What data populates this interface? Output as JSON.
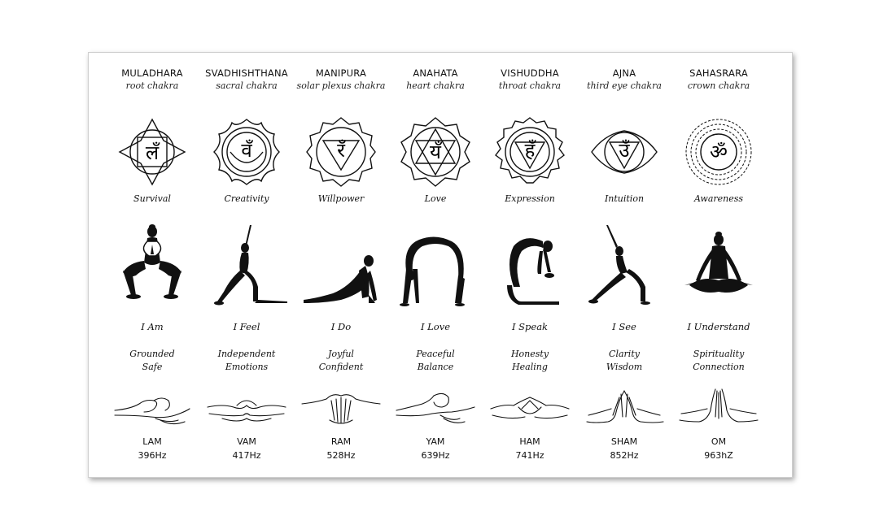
{
  "chakras": [
    {
      "name": "MULADHARA",
      "sub": "root chakra",
      "glyph": "लँ",
      "quality": "Survival",
      "affirmation": "I Am",
      "word1": "Grounded",
      "word2": "Safe",
      "mantra": "LAM",
      "hz": "396Hz"
    },
    {
      "name": "SVADHISHTHANA",
      "sub": "sacral chakra",
      "glyph": "वँ",
      "quality": "Creativity",
      "affirmation": "I Feel",
      "word1": "Independent",
      "word2": "Emotions",
      "mantra": "VAM",
      "hz": "417Hz"
    },
    {
      "name": "MANIPURA",
      "sub": "solar plexus chakra",
      "glyph": "रँ",
      "quality": "Willpower",
      "affirmation": "I Do",
      "word1": "Joyful",
      "word2": "Confident",
      "mantra": "RAM",
      "hz": "528Hz"
    },
    {
      "name": "ANAHATA",
      "sub": "heart chakra",
      "glyph": "यँ",
      "quality": "Love",
      "affirmation": "I Love",
      "word1": "Peaceful",
      "word2": "Balance",
      "mantra": "YAM",
      "hz": "639Hz"
    },
    {
      "name": "VISHUDDHA",
      "sub": "throat chakra",
      "glyph": "हँ",
      "quality": "Expression",
      "affirmation": "I Speak",
      "word1": "Honesty",
      "word2": "Healing",
      "mantra": "HAM",
      "hz": "741Hz"
    },
    {
      "name": "AJNA",
      "sub": "third eye chakra",
      "glyph": "उँ",
      "quality": "Intuition",
      "affirmation": "I See",
      "word1": "Clarity",
      "word2": "Wisdom",
      "mantra": "SHAM",
      "hz": "852Hz"
    },
    {
      "name": "SAHASRARA",
      "sub": "crown chakra",
      "glyph": "ॐ",
      "quality": "Awareness",
      "affirmation": "I Understand",
      "word1": "Spirituality",
      "word2": "Connection",
      "mantra": "OM",
      "hz": "963hZ"
    }
  ]
}
